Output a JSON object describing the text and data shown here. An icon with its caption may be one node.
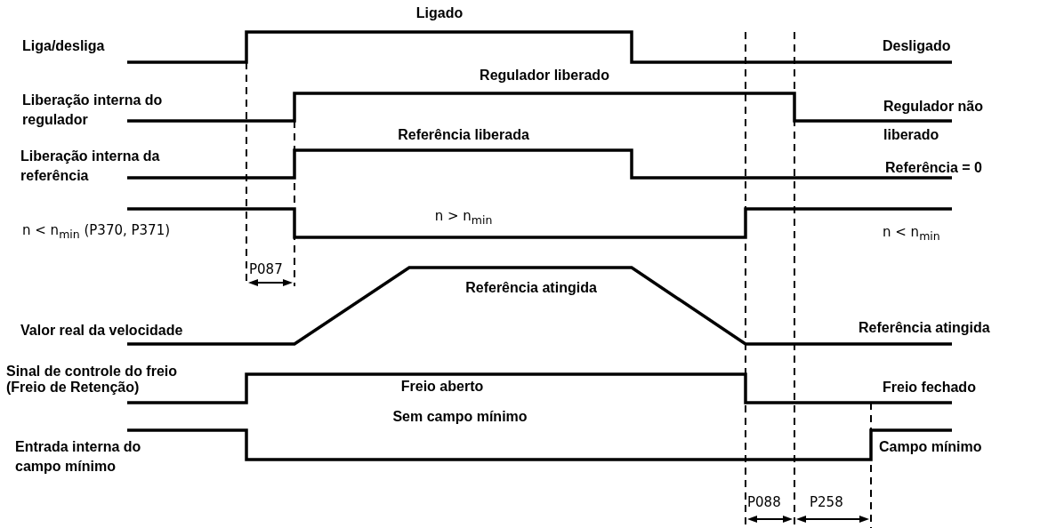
{
  "diagram": {
    "labels": [
      "Ligado",
      "Liga/desliga",
      "Desligado",
      "Regulador liberado",
      "Liberação interna do regulador",
      "Regulador não liberado",
      "Referência liberada",
      "Liberação interna da referência",
      "Referência = 0",
      "n < n$_{min}$ (P370, P371)",
      "n > n$_{min}$",
      "n < n$_{min}$",
      "P087",
      "Referência atingida",
      "Valor real da velocidade",
      "Referência atingida",
      "Sinal de controle do freio (Freio de Retenção)",
      "Freio aberto",
      "Freio fechado",
      "Entrada interna do campo mínimo",
      "Sem campo mínimo",
      "Campo mínimo",
      "P088",
      "P258"
    ]
  }
}
